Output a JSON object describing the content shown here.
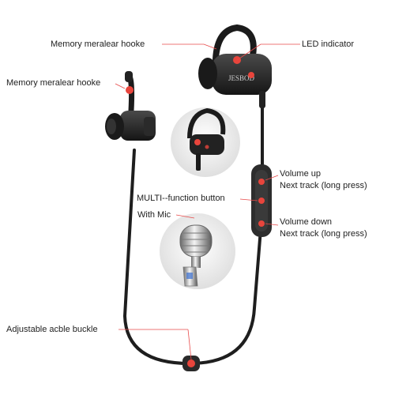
{
  "labels": {
    "memory_hook_right": "Memory meralear hooke",
    "memory_hook_left": "Memory meralear hooke",
    "led_indicator": "LED indicator",
    "multi_function": "MULTI--function button",
    "with_mic": "With Mic",
    "volume_up": "Volume up",
    "next_track_1": "Next track",
    "long_press_1": "(long press)",
    "volume_down": "Volume down",
    "next_track_2": "Next track",
    "long_press_2": "(long press)",
    "adjustable_buckle": "Adjustable acble buckle"
  },
  "brand_text": "JESBOD",
  "colors": {
    "leader_line": "#e84a4a",
    "marker": "#e8453c",
    "earbud_body": "#2b2b2b",
    "cable": "#1e1e1e",
    "callout_fill": "#f2f2f2"
  },
  "icons": {
    "mic": "vintage-microphone-icon",
    "earbud": "earbud-icon"
  }
}
